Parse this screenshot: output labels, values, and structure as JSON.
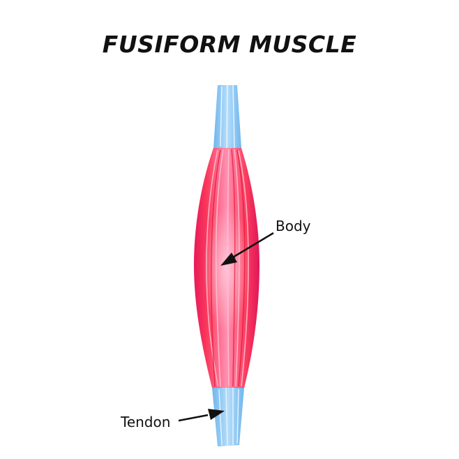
{
  "title": "FUSIFORM MUSCLE",
  "labels": {
    "body": "Body",
    "tendon": "Tendon"
  },
  "colors": {
    "muscle_red": "#f5263f",
    "muscle_pink": "#ff6f9a",
    "tendon_blue": "#8ec9f5",
    "arrow": "#111111"
  }
}
